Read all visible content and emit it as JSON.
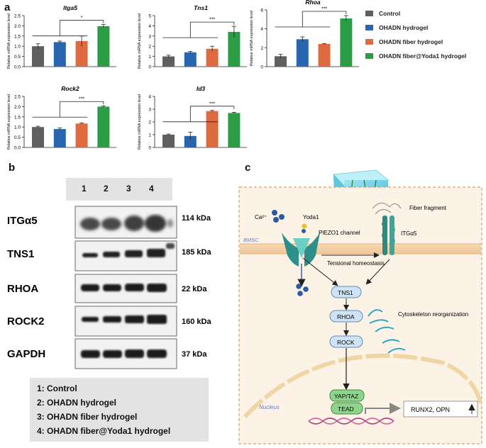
{
  "panel_labels": {
    "a": "a",
    "b": "b",
    "c": "c"
  },
  "legend": [
    {
      "label": "Control",
      "color": "#5f5f5f"
    },
    {
      "label": "OHADN hydrogel",
      "color": "#2a66b0"
    },
    {
      "label": "OHADN fiber hydrogel",
      "color": "#e06a3f"
    },
    {
      "label": "OHADN fiber@Yoda1 hydrogel",
      "color": "#2a9d45"
    }
  ],
  "chart_data": [
    {
      "type": "bar",
      "title": "Itga5",
      "ylabel": "Relative mRNA expression level",
      "ylim": [
        0,
        2.5
      ],
      "yticks": [
        "0.0",
        "0.5",
        "1.0",
        "1.5",
        "2.0",
        "2.5"
      ],
      "values": [
        1.0,
        1.2,
        1.25,
        1.98
      ],
      "errors": [
        0.12,
        0.05,
        0.25,
        0.08
      ],
      "significance": "*"
    },
    {
      "type": "bar",
      "title": "Tns1",
      "ylabel": "Relative mRNA expression level",
      "ylim": [
        0,
        5
      ],
      "yticks": [
        "0",
        "1",
        "2",
        "3",
        "4",
        "5"
      ],
      "values": [
        1.0,
        1.4,
        1.75,
        3.4
      ],
      "errors": [
        0.12,
        0.1,
        0.25,
        0.55
      ],
      "significance": "***"
    },
    {
      "type": "bar",
      "title": "Rhoa",
      "ylabel": "Relative mRNA expression level",
      "ylim": [
        0,
        6
      ],
      "yticks": [
        "0",
        "2",
        "4",
        "6"
      ],
      "values": [
        1.1,
        2.9,
        2.4,
        5.1
      ],
      "errors": [
        0.2,
        0.25,
        0.05,
        0.3
      ],
      "significance": "***"
    },
    {
      "type": "bar",
      "title": "Rock2",
      "ylabel": "Relative mRNA expression level",
      "ylim": [
        0,
        2.5
      ],
      "yticks": [
        "0.0",
        "0.5",
        "1.0",
        "1.5",
        "2.0",
        "2.5"
      ],
      "values": [
        1.0,
        0.9,
        1.17,
        2.0
      ],
      "errors": [
        0.04,
        0.06,
        0.03,
        0.04
      ],
      "significance": "***"
    },
    {
      "type": "bar",
      "title": "Id3",
      "ylabel": "Relative mRNA expression level",
      "ylim": [
        0,
        4
      ],
      "yticks": [
        "0",
        "1",
        "2",
        "3",
        "4"
      ],
      "values": [
        1.0,
        0.9,
        2.85,
        2.7
      ],
      "errors": [
        0.05,
        0.3,
        0.05,
        0.05
      ],
      "significance": "***"
    }
  ],
  "blot": {
    "lanes": [
      "1",
      "2",
      "3",
      "4"
    ],
    "proteins": [
      {
        "name": "ITGα5",
        "kda": "114 kDa"
      },
      {
        "name": "TNS1",
        "kda": "185 kDa"
      },
      {
        "name": "RHOA",
        "kda": "22 kDa"
      },
      {
        "name": "ROCK2",
        "kda": "160 kDa"
      },
      {
        "name": "GAPDH",
        "kda": "37 kDa"
      }
    ],
    "key": [
      "1: Control",
      "2: OHADN hydrogel",
      "3: OHADN fiber hydrogel",
      "4: OHADN fiber@Yoda1 hydrogel"
    ]
  },
  "diagram": {
    "ca": "Ca²⁺",
    "yoda1": "Yoda1",
    "fiber_fragment": "Fiber fragment",
    "piezo1": "PIEZO1 channel",
    "itga5": "ITGα5",
    "bmsc": "BMSC",
    "tensional": "Tensional homeostasis",
    "tns1": "TNS1",
    "rhoa": "RHOA",
    "rock": "ROCK",
    "cytoskeleton": "Cytoskeleton reorganization",
    "yaptaz": "YAP/TAZ",
    "tead": "TEAD",
    "runx": "RUNX2, OPN",
    "nucleus": "Nucleus"
  }
}
